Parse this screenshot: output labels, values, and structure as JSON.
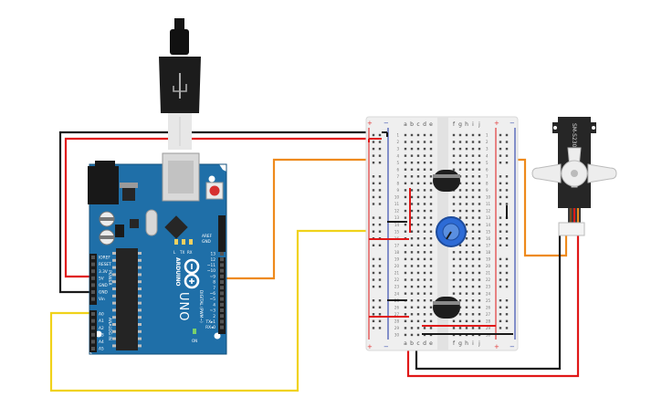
{
  "colors": {
    "board": "#1f6fa8",
    "board_dark": "#13507c",
    "breadboard": "#efefef",
    "rail_red": "#e23b3b",
    "rail_blue": "#3a4fb0",
    "wire_black": "#1a1a1a",
    "wire_red": "#e01818",
    "wire_orange": "#ee8a1c",
    "wire_yellow": "#f0d21a",
    "capacitor": "#1e1e1e",
    "pot": "#2d6bd6",
    "servo": "#262626"
  },
  "arduino": {
    "brand": "ARDUINO",
    "model": "UNO",
    "aref": "AREF",
    "gnd": "GND",
    "digital_label": "DIGITAL (PWM~)",
    "power_label": "POWER",
    "analog_label": "ANALOG IN",
    "tx_label": "TX",
    "rx_label": "RX",
    "on_label": "ON",
    "l_label": "L",
    "digital_pins": [
      "13",
      "12",
      "~11",
      "~10",
      "~9",
      "8",
      "7",
      "~6",
      "~5",
      "4",
      "~3",
      "2",
      "TX▸1",
      "RX◂0"
    ],
    "power_pins": [
      "IOREF",
      "RESET",
      "3.3V",
      "5V",
      "GND",
      "GND",
      "Vin"
    ],
    "analog_pins": [
      "A0",
      "A1",
      "A2",
      "A3",
      "A4",
      "A5"
    ]
  },
  "breadboard": {
    "columns_left": [
      "a",
      "b",
      "c",
      "d",
      "e"
    ],
    "columns_right": [
      "f",
      "g",
      "h",
      "i",
      "j"
    ],
    "plus": "+",
    "minus": "−",
    "row_numbers": [
      "1",
      "2",
      "3",
      "4",
      "5",
      "6",
      "7",
      "8",
      "9",
      "10",
      "11",
      "12",
      "13",
      "14",
      "15",
      "16",
      "17",
      "18",
      "19",
      "20",
      "21",
      "22",
      "23",
      "24",
      "25",
      "26",
      "27",
      "28",
      "29",
      "30"
    ]
  },
  "servo": {
    "label": "SM-S2309S"
  }
}
